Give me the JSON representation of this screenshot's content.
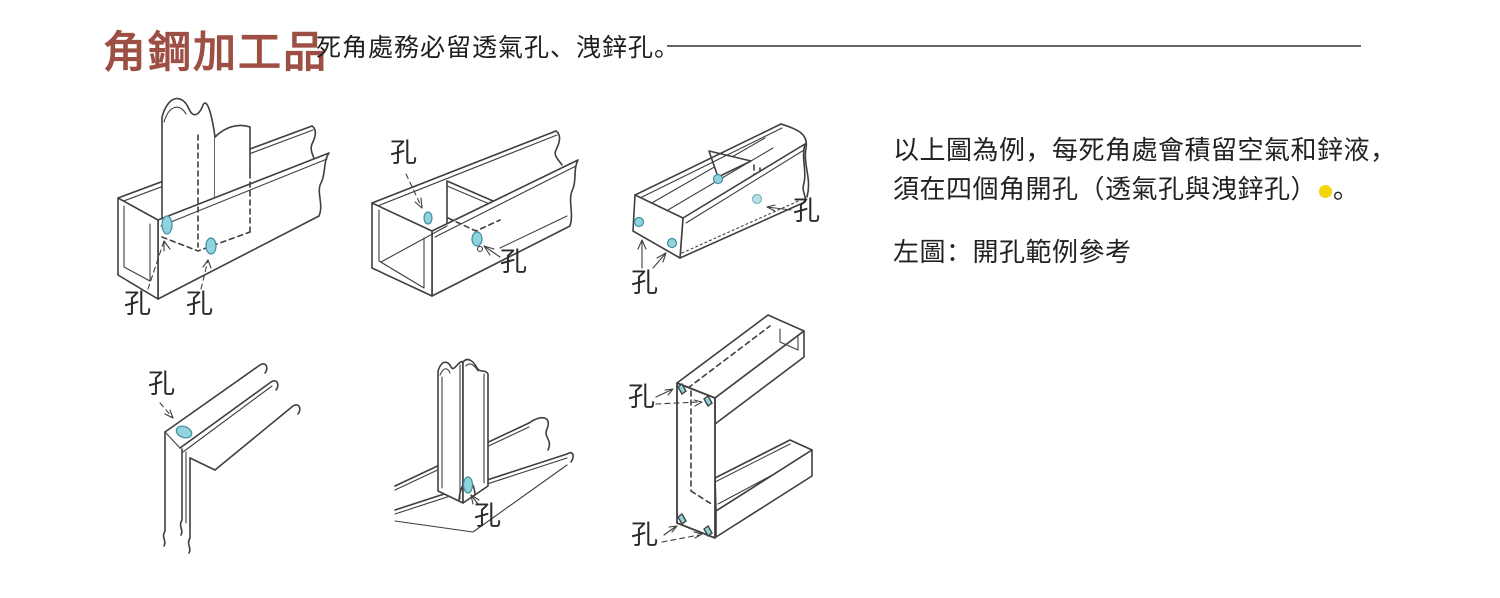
{
  "colors": {
    "title": "#9d4f44",
    "line": "#3f3f3f",
    "hole_fill": "#8fd3dd",
    "hole_stroke": "#3f8fa0",
    "highlight_dot": "#f2d50a",
    "text": "#2a2a2a"
  },
  "header": {
    "title": "角鋼加工品",
    "subtitle": "死角處務必留透氣孔、洩鋅孔。"
  },
  "notes": {
    "line1": "以上圖為例，每死角處會積留空氣和鋅液，",
    "line2": "須在四個角開孔（透氣孔與洩鋅孔）",
    "line2_end": "。",
    "caption": "左圖：開孔範例參考"
  },
  "figures": {
    "fig1": {
      "labels": [
        "孔",
        "孔"
      ]
    },
    "fig2": {
      "labels": [
        "孔",
        "孔"
      ]
    },
    "fig3": {
      "labels": [
        "孔",
        "孔"
      ]
    },
    "fig4": {
      "labels": [
        "孔"
      ]
    },
    "fig5": {
      "labels": [
        "孔"
      ]
    },
    "fig6": {
      "labels": [
        "孔",
        "孔"
      ]
    }
  }
}
